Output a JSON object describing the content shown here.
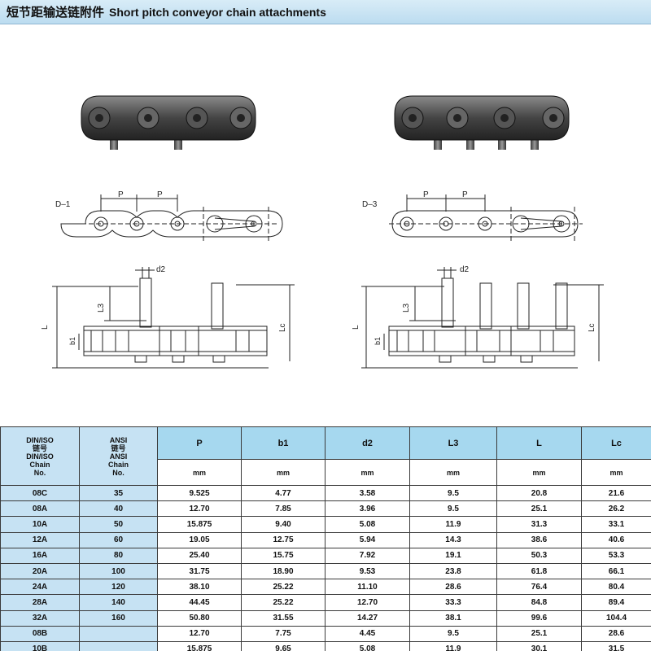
{
  "header": {
    "title_cn": "短节距输送链附件",
    "title_en": "Short pitch conveyor chain attachments"
  },
  "drawing": {
    "left_type": "D–1",
    "right_type": "D–3",
    "label_p": "P",
    "label_d2": "d2",
    "label_l3": "L3",
    "label_l": "L",
    "label_b1": "b1",
    "label_lc": "Lc"
  },
  "table": {
    "stub_headers": [
      [
        "DIN/ISO",
        "链号",
        "DIN/ISO",
        "Chain",
        "No."
      ],
      [
        "ANSI",
        "链号",
        "ANSI",
        "Chain",
        "No."
      ]
    ],
    "param_headers": [
      "P",
      "b1",
      "d2",
      "L3",
      "L",
      "Lc"
    ],
    "units": [
      "mm",
      "mm",
      "mm",
      "mm",
      "mm",
      "mm"
    ],
    "rows": [
      [
        "08C",
        "35",
        "9.525",
        "4.77",
        "3.58",
        "9.5",
        "20.8",
        "21.6"
      ],
      [
        "08A",
        "40",
        "12.70",
        "7.85",
        "3.96",
        "9.5",
        "25.1",
        "26.2"
      ],
      [
        "10A",
        "50",
        "15.875",
        "9.40",
        "5.08",
        "11.9",
        "31.3",
        "33.1"
      ],
      [
        "12A",
        "60",
        "19.05",
        "12.75",
        "5.94",
        "14.3",
        "38.6",
        "40.6"
      ],
      [
        "16A",
        "80",
        "25.40",
        "15.75",
        "7.92",
        "19.1",
        "50.3",
        "53.3"
      ],
      [
        "20A",
        "100",
        "31.75",
        "18.90",
        "9.53",
        "23.8",
        "61.8",
        "66.1"
      ],
      [
        "24A",
        "120",
        "38.10",
        "25.22",
        "11.10",
        "28.6",
        "76.4",
        "80.4"
      ],
      [
        "28A",
        "140",
        "44.45",
        "25.22",
        "12.70",
        "33.3",
        "84.8",
        "89.4"
      ],
      [
        "32A",
        "160",
        "50.80",
        "31.55",
        "14.27",
        "38.1",
        "99.6",
        "104.4"
      ],
      [
        "08B",
        "",
        "12.70",
        "7.75",
        "4.45",
        "9.5",
        "25.1",
        "28.6"
      ],
      [
        "10B",
        "",
        "15.875",
        "9.65",
        "5.08",
        "11.9",
        "30.1",
        "31.5"
      ]
    ]
  },
  "colors": {
    "header_bg": "#bcdcf0",
    "stub_bg": "#c6e2f3",
    "param_bg": "#a6d8ef"
  }
}
